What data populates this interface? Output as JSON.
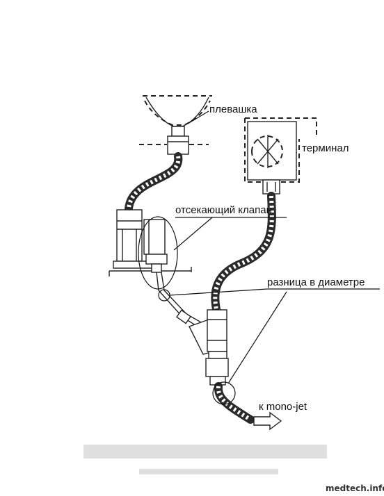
{
  "labels": {
    "spittoon": "плевашка",
    "terminal": "терминал",
    "shutoff_valve": "отсекающий клапан",
    "diameter_difference": "разница в диаметре",
    "to_monojet": "к mono-jet"
  },
  "watermark": "medtech.info",
  "colors": {
    "ink": "#222222",
    "background": "#ffffff"
  }
}
